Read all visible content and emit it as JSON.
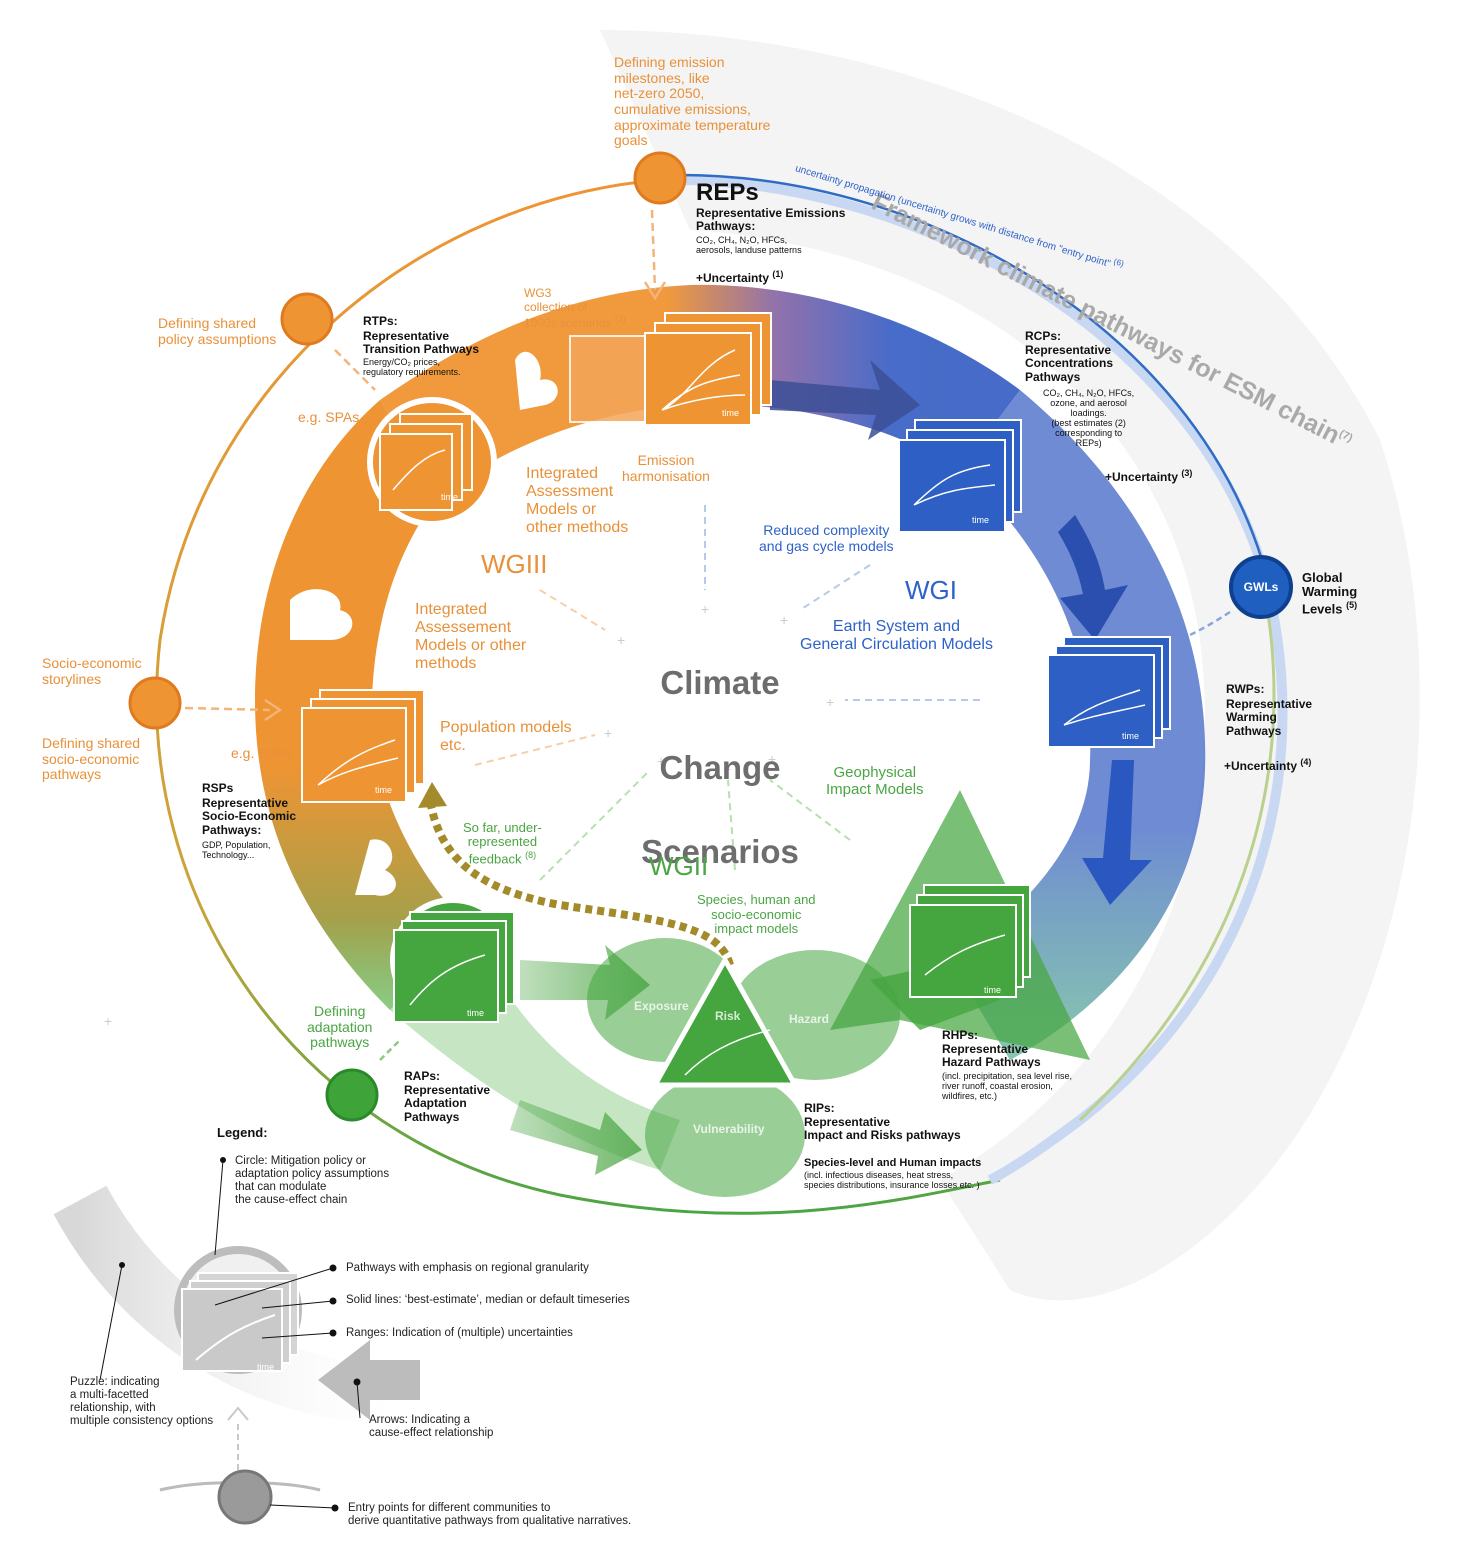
{
  "framework_title": "Framework climate pathways for ESM chain",
  "framework_note": "(7)",
  "uncertainty_arc": "uncertainty propagation (uncertainty grows with distance from \"entry point\"",
  "uncertainty_arc_note": "(6)",
  "center_title": [
    "Climate",
    "Change",
    "Scenarios"
  ],
  "time_label": "time",
  "reps": {
    "milestones": "Defining emission\nmilestones, like\nnet-zero 2050,\ncumulative emissions,\napproximate temperature\ngoals",
    "title": "REPs",
    "subtitle": "Representative Emissions\nPathways:",
    "detail": "CO₂, CH₄, N₂O, HFCs,\naerosols, landuse patterns",
    "uncertainty": "+Uncertainty",
    "uncertainty_note": "(1)"
  },
  "wg3": {
    "collection": "WG3\ncollection of\n1000s scenarios",
    "collection_note": "(3)",
    "label": "WGIII",
    "iam_top": "Integrated\nAssessment\nModels or\nother methods",
    "iam_center": "Integrated\nAssessement\nModels or other\nmethods",
    "emission_harmonisation": "Emission\nharmonisation",
    "population": "Population models\netc."
  },
  "rtps": {
    "policy": "Defining shared\npolicy assumptions",
    "title": "RTPs:",
    "subtitle": "Representative\nTransition Pathways",
    "detail": "Energy/CO₂ prices,\nregulatory requirements.",
    "example": "e.g. SPAs"
  },
  "rsps": {
    "storylines": "Socio-economic\nstorylines",
    "defining": "Defining shared\nsocio-economic\npathways",
    "example": "e.g. SSPs",
    "title": "RSPs",
    "subtitle": "Representative\nSocio-Economic\nPathways:",
    "detail": "GDP, Population,\nTechnology..."
  },
  "rcps": {
    "title": "RCPs:",
    "subtitle": "Representative\nConcentrations\nPathways",
    "detail": "CO₂, CH₄, N₂O, HFCs,\nozone, and aerosol\nloadings.\n(best estimates (2)\ncorresponding to\nREPs)",
    "uncertainty": "+Uncertainty",
    "uncertainty_note": "(3)"
  },
  "wg1": {
    "reduced": "Reduced complexity\nand gas cycle models",
    "label": "WGI",
    "esm": "Earth System and\nGeneral Circulation Models"
  },
  "gwls": {
    "circle": "GWLs",
    "title": "Global\nWarming\nLevels",
    "note": "(5)"
  },
  "rwps": {
    "title": "RWPs:",
    "subtitle": "Representative\nWarming\nPathways",
    "uncertainty": "+Uncertainty",
    "uncertainty_note": "(4)"
  },
  "wg2": {
    "geophysical": "Geophysical\nImpact Models",
    "feedback": "So far, under-\nrepresented\nfeedback",
    "feedback_note": "(8)",
    "label": "WGII",
    "species": "Species, human and\nsocio-economic\nimpact models",
    "exposure": "Exposure",
    "risk": "Risk",
    "hazard": "Hazard",
    "vulnerability": "Vulnerability"
  },
  "rhps": {
    "title": "RHPs:",
    "subtitle": "Representative\nHazard Pathways",
    "detail": "(incl. precipitation, sea level rise,\nriver runoff, coastal erosion,\nwildfires, etc.)"
  },
  "rips": {
    "title": "RIPs:",
    "subtitle": "Representative\nImpact and Risks pathways",
    "species_title": "Species-level and Human impacts",
    "species_detail": "(incl. infectious diseases, heat stress,\nspecies distributions, insurance losses etc. )"
  },
  "raps": {
    "defining": "Defining\nadaptation\npathways",
    "title": "RAPs:",
    "subtitle": "Representative\nAdaptation\nPathways"
  },
  "legend": {
    "title": "Legend:",
    "circle": "Circle: Mitigation policy or\nadaptation policy assumptions\nthat can modulate\nthe cause-effect chain",
    "regional": "Pathways with emphasis on regional granularity",
    "solid": "Solid lines: ‘best-estimate’, median or default timeseries",
    "ranges": "Ranges: Indication of (multiple) uncertainties",
    "puzzle": "Puzzle: indicating\na multi-facetted\nrelationship, with\nmultiple consistency options",
    "arrows": "Arrows: Indicating a\ncause-effect relationship",
    "entry": "Entry points for different communities to\nderive quantitative pathways from qualitative narratives."
  },
  "colors": {
    "orange": "#ef9433",
    "blue": "#2e5fc4",
    "green": "#45a640",
    "gray": "#9a9a9a"
  }
}
